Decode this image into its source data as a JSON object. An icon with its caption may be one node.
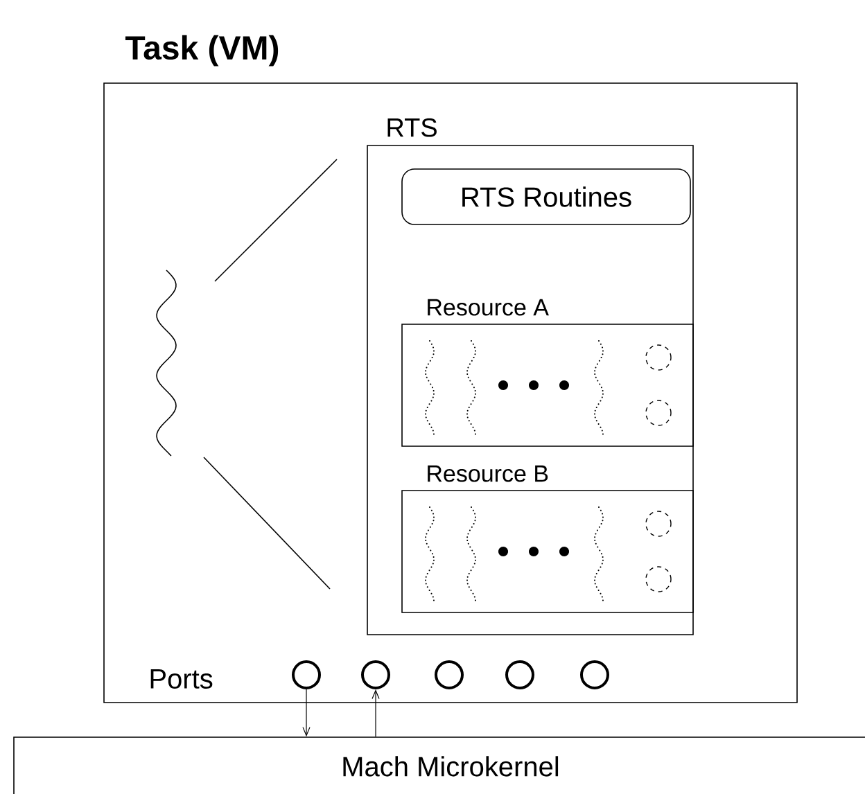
{
  "diagram": {
    "nodes": [
      {
        "text": [
          "Task (VM)"
        ]
      },
      {
        "text": [
          "RTS"
        ],
        "in": 0
      },
      {
        "text": [
          "RTS Routines"
        ],
        "in": 1
      },
      {
        "text": [
          "Resource A"
        ],
        "in": 1
      },
      {
        "text": [
          "Resource B"
        ],
        "in": 1
      },
      {
        "text": [],
        "shape": "circle",
        "in": 0
      },
      {
        "text": [],
        "shape": "circle",
        "in": 0
      },
      {
        "text": [],
        "shape": "circle",
        "in": 0
      },
      {
        "text": [],
        "shape": "circle",
        "in": 0
      },
      {
        "text": [],
        "shape": "circle",
        "in": 0
      },
      {
        "text": [
          "Mach Microkernel"
        ]
      }
    ],
    "edges": [
      {
        "from": 5,
        "to": 10,
        "arrow": "to"
      },
      {
        "from": 10,
        "to": 6,
        "arrow": "to"
      }
    ],
    "labels": [
      "Ports"
    ]
  }
}
